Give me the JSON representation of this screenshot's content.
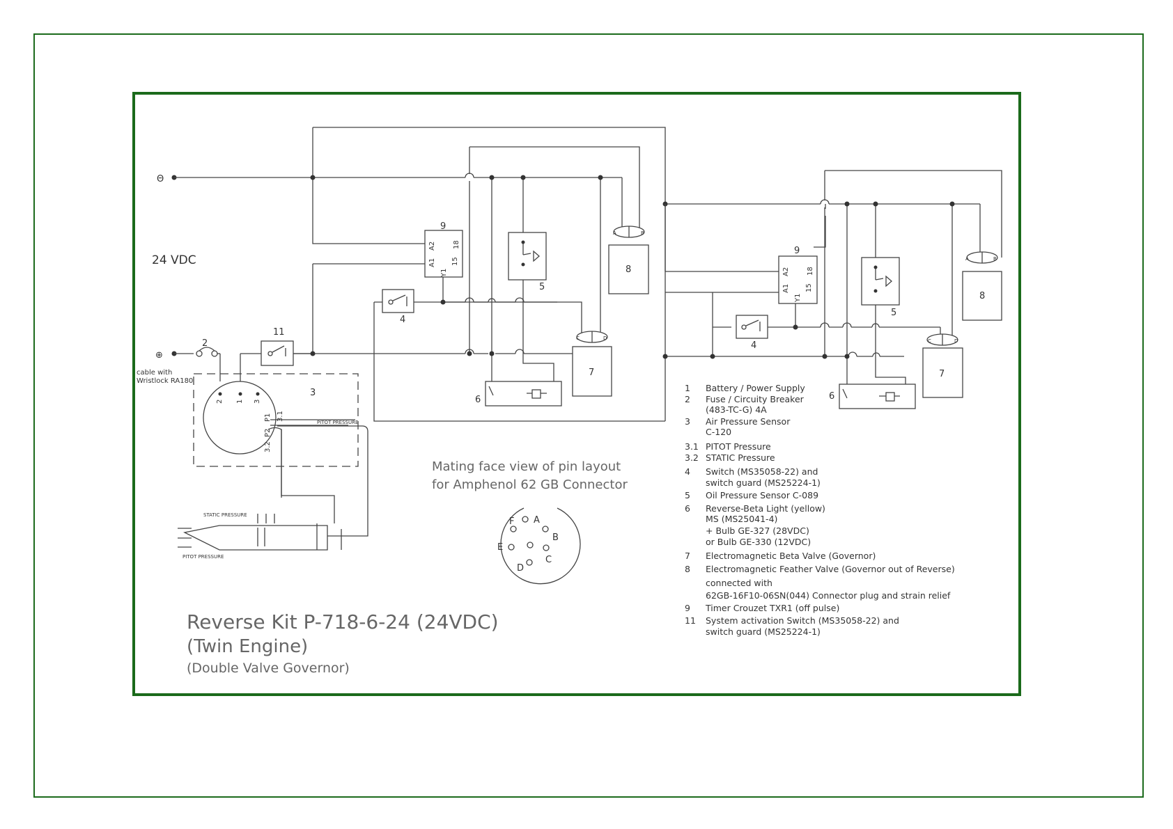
{
  "labels": {
    "neg_terminal": "Θ",
    "pos_terminal": "⊕",
    "voltage": "24 VDC",
    "cable_line1": "cable with",
    "cable_line2": "Wristlock RA180",
    "comp_2": "2",
    "comp_11": "11",
    "comp_3": "3",
    "comp_4": "4",
    "comp_5": "5",
    "comp_6": "6",
    "comp_7": "7",
    "comp_8": "8",
    "comp_9": "9",
    "timer_a1": "A1",
    "timer_a2": "A2",
    "timer_y1": "Y1",
    "timer_15": "15",
    "timer_18": "18",
    "conn_a": "A",
    "conn_b": "B",
    "conn_c": "C",
    "conn_d": "D",
    "sensor_pin2": "2",
    "sensor_pin1": "1",
    "sensor_pin3": "3",
    "sensor_p1": "P1",
    "sensor_p2": "P2",
    "sensor_31": "3.1",
    "sensor_32": "3.2",
    "pitot_pressure_tube": "PITOT PRESSURE",
    "static_pressure": "STATIC PRESSURE",
    "pitot_pressure": "PITOT PRESSURE",
    "mating_line1": "Mating face view of pin layout",
    "mating_line2": "for Amphenol 62 GB Connector",
    "pin_a": "A",
    "pin_b": "B",
    "pin_c": "C",
    "pin_d": "D",
    "pin_e": "E",
    "pin_f": "F"
  },
  "title": {
    "line1": "Reverse Kit P-718-6-24 (24VDC)",
    "line2": "(Twin Engine)",
    "line3": "(Double Valve Governor)"
  },
  "legend": [
    {
      "num": "1",
      "text": "Battery / Power Supply"
    },
    {
      "num": "2",
      "text": "Fuse / Circuity Breaker"
    },
    {
      "num": "",
      "text": "(483-TC-G) 4A"
    },
    {
      "num": "3",
      "text": "Air Pressure Sensor"
    },
    {
      "num": "",
      "text": "C-120"
    },
    {
      "num": "3.1",
      "text": "PITOT Pressure"
    },
    {
      "num": "3.2",
      "text": "STATIC Pressure"
    },
    {
      "num": "4",
      "text": "Switch (MS35058-22) and"
    },
    {
      "num": "",
      "text": "switch guard (MS25224-1)"
    },
    {
      "num": "5",
      "text": "Oil Pressure Sensor C-089"
    },
    {
      "num": "6",
      "text": "Reverse-Beta Light (yellow)"
    },
    {
      "num": "",
      "text": "MS (MS25041-4)"
    },
    {
      "num": "",
      "text": "+ Bulb GE-327 (28VDC)"
    },
    {
      "num": "",
      "text": "or Bulb GE-330 (12VDC)"
    },
    {
      "num": "7",
      "text": "Electromagnetic Beta Valve (Governor)"
    },
    {
      "num": "8",
      "text": "Electromagnetic  Feather Valve (Governor out of Reverse)"
    },
    {
      "num": "",
      "text": "connected with"
    },
    {
      "num": "",
      "text": "62GB-16F10-06SN(044) Connector plug and strain relief"
    },
    {
      "num": "9",
      "text": "Timer Crouzet TXR1 (off pulse)"
    },
    {
      "num": "11",
      "text": "System activation Switch (MS35058-22) and"
    },
    {
      "num": "",
      "text": "switch guard (MS25224-1)"
    }
  ],
  "colors": {
    "frame": "#1b6a1b",
    "line": "#444444"
  }
}
